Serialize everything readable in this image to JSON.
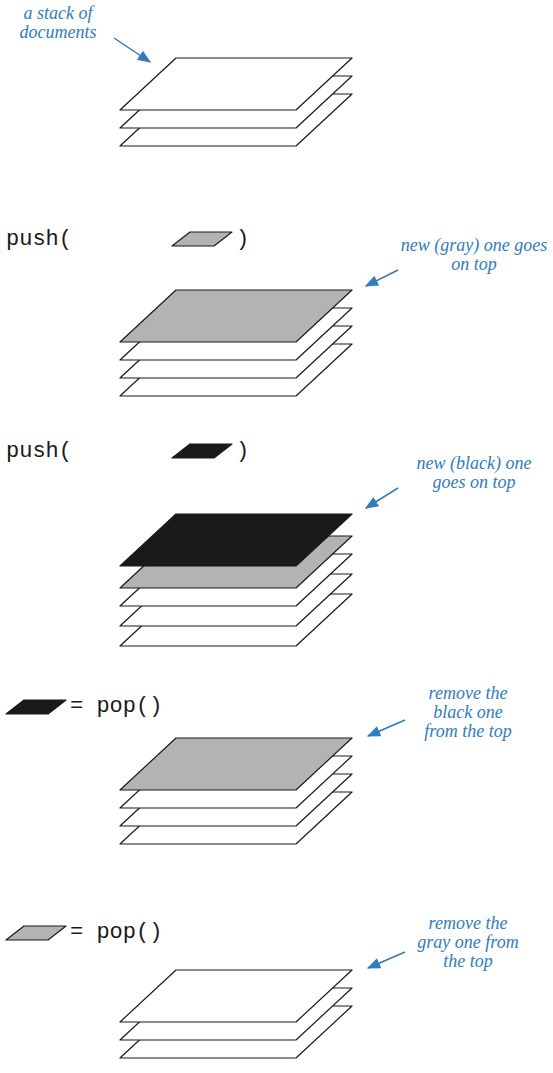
{
  "diagram": {
    "labels": [
      "a stack of documents",
      "push(",
      ")",
      "new (gray) one goes on top",
      "push(",
      ")",
      "new (black) one goes on top",
      "= pop()",
      "remove the black one from the top",
      "= pop()",
      "remove the gray one from the top"
    ]
  }
}
